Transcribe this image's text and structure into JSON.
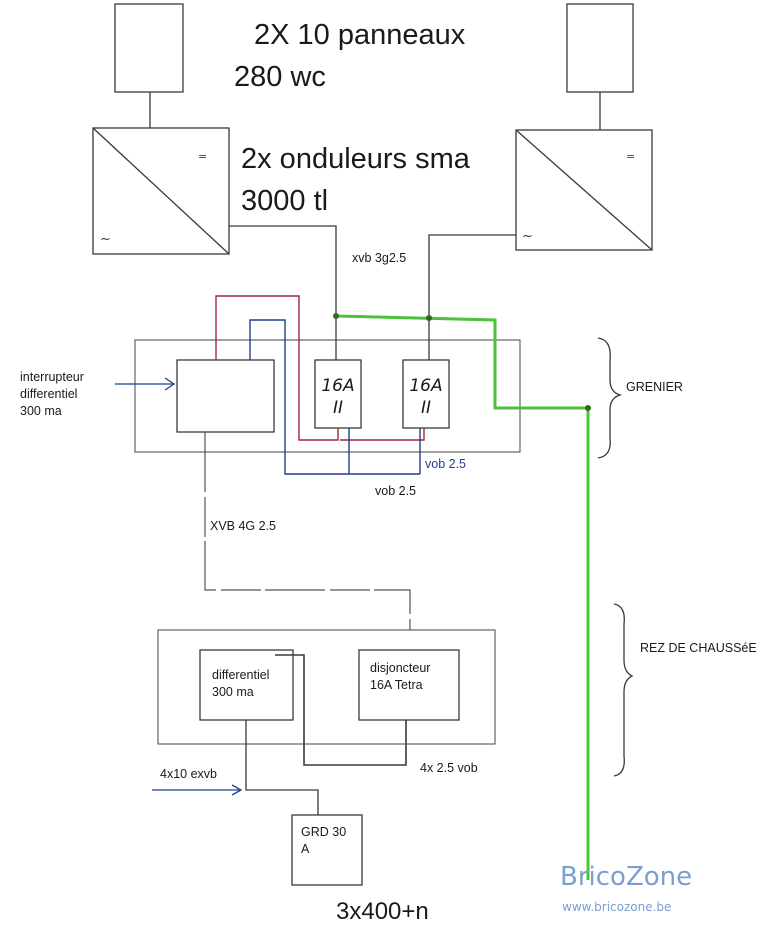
{
  "labels": {
    "panels": "2X 10 panneaux",
    "power": "280 wc",
    "inverters_line1": "2x onduleurs sma",
    "inverters_line2": "3000 tl",
    "cable_top": "xvb 3g2.5",
    "rcd_attic_line1": "interrupteur",
    "rcd_attic_line2": "differentiel",
    "rcd_attic_line3": "300 ma",
    "breaker_1": "16A",
    "breaker_1_poles": "II",
    "breaker_2": "16A",
    "breaker_2_poles": "II",
    "vob_blue": "vob 2.5",
    "vob_black": "vob 2.5",
    "xvb_mid": "XVB 4G 2.5",
    "floor_attic": "GRENIER",
    "floor_ground": "REZ DE CHAUSSéE",
    "rcd_ground_line1": "differentiel",
    "rcd_ground_line2": "300 ma",
    "breaker_ground_line1": "disjoncteur",
    "breaker_ground_line2": "16A Tetra",
    "cable_exvb": "4x10 exvb",
    "cable_vob": "4x 2.5 vob",
    "grd_line1": "GRD 30",
    "grd_line2": "A",
    "supply": "3x400+n"
  },
  "watermark": {
    "brand": "BricoZone",
    "url": "www.bricozone.be"
  },
  "colors": {
    "ink": "#3a3a3a",
    "red_wire": "#a3253b",
    "blue_wire": "#1f3f8f",
    "green_wire": "#4cc23a",
    "watermark": "#7b9fd0"
  }
}
